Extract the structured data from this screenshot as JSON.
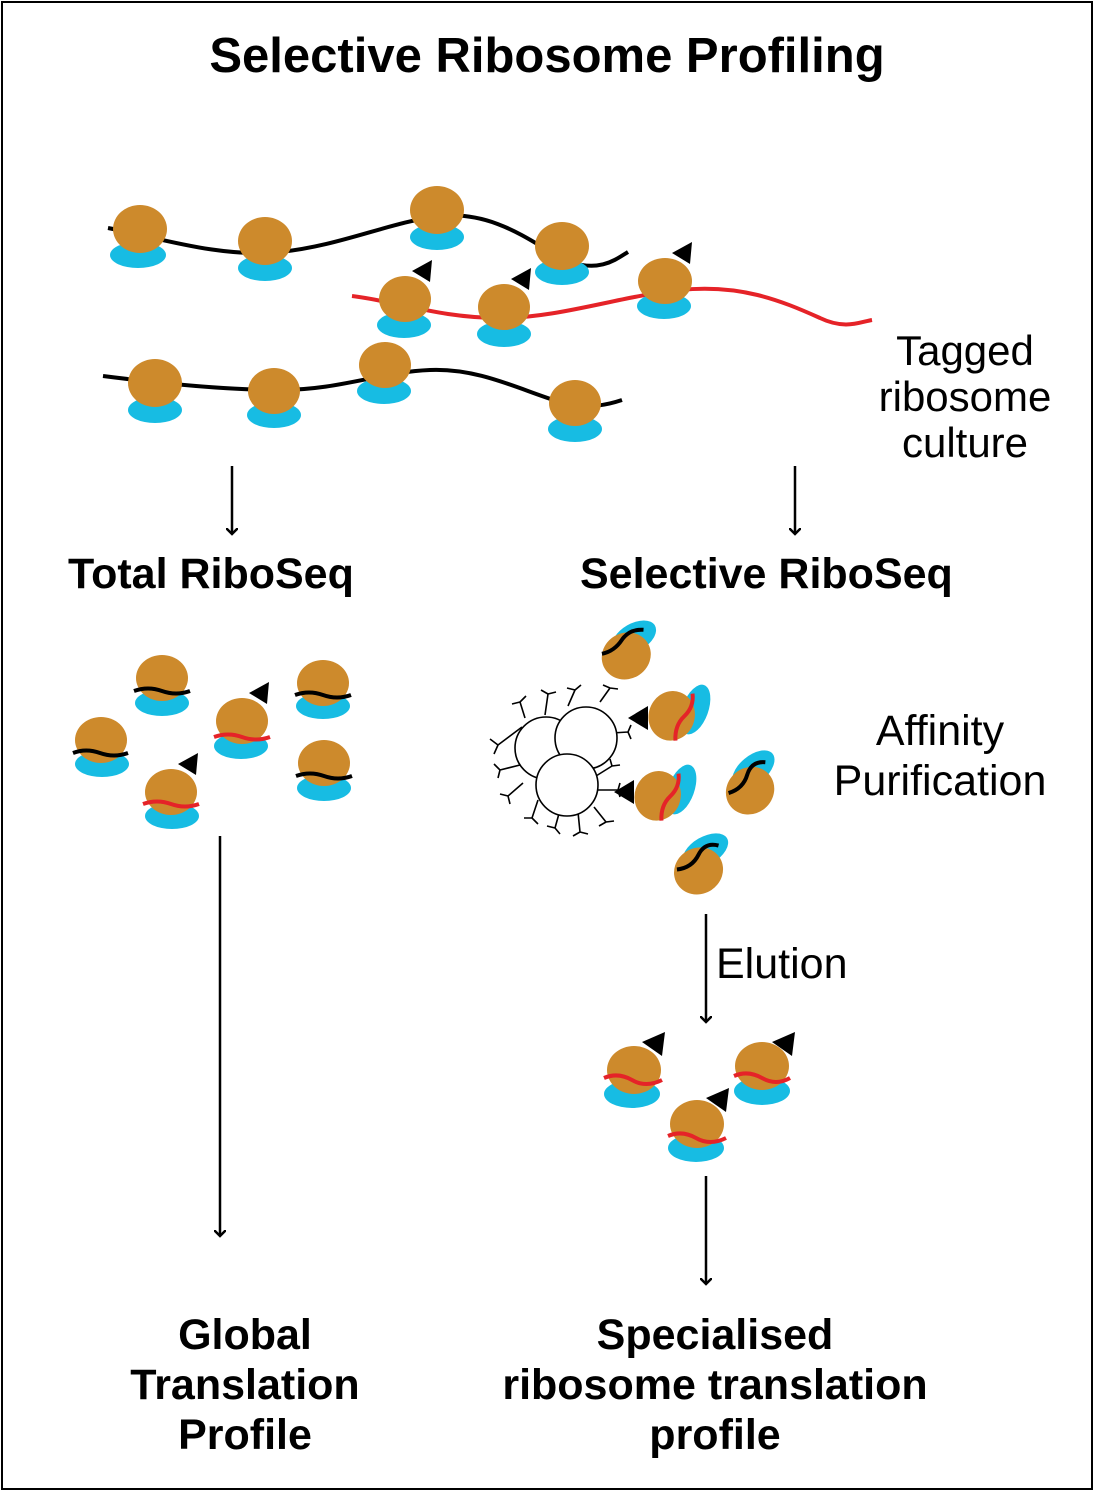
{
  "title": "Selective Ribosome Profiling",
  "labels": {
    "tagged_line1": "Tagged",
    "tagged_line2": "ribosome",
    "tagged_line3": "culture",
    "total_riboseq": "Total RiboSeq",
    "selective_riboseq": "Selective RiboSeq",
    "affinity_line1": "Affinity",
    "affinity_line2": "Purification",
    "elution": "Elution",
    "global_line1": "Global",
    "global_line2": "Translation",
    "global_line3": "Profile",
    "special_line1": "Specialised",
    "special_line2": "ribosome translation",
    "special_line3": "profile"
  },
  "colors": {
    "large_subunit": "#CD8A2C",
    "small_subunit": "#17BCE3",
    "normal_mrna": "#000000",
    "tagged_mrna": "#E52328",
    "tag": "#000000",
    "bead_fill": "#ffffff",
    "bead_stroke": "#000000"
  }
}
